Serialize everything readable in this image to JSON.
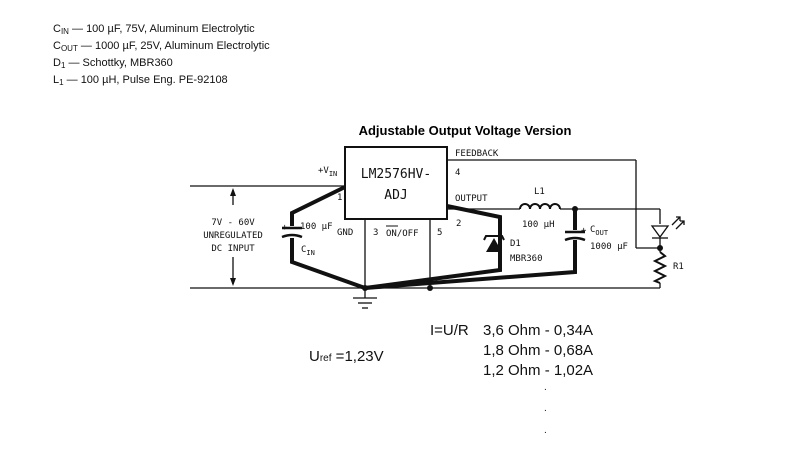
{
  "parts_list": [
    {
      "ref": "C",
      "sub": "IN",
      "desc": " — 100 µF, 75V, Aluminum Electrolytic"
    },
    {
      "ref": "C",
      "sub": "OUT",
      "desc": " — 1000 µF, 25V, Aluminum Electrolytic"
    },
    {
      "ref": "D",
      "sub": "1",
      "desc": " — Schottky, MBR360"
    },
    {
      "ref": "L",
      "sub": "1",
      "desc": " — 100 µH, Pulse Eng. PE-92108"
    }
  ],
  "schematic": {
    "title": "Adjustable Output Voltage Version",
    "ic_line1": "LM2576HV-",
    "ic_line2": "ADJ",
    "feedback": "FEEDBACK",
    "pin4": "4",
    "output": "OUTPUT",
    "pin2": "2",
    "vin": "+V",
    "vin_sub": "IN",
    "pin1": "1",
    "gnd": "GND",
    "pin3": "3",
    "on_off": "ON/OFF",
    "pin5": "5",
    "input_line1": "7V - 60V",
    "input_line2": "UNREGULATED",
    "input_line3": "DC INPUT",
    "cin_value": "100 µF",
    "cin_label": "C",
    "cin_sub": "IN",
    "plus": "+",
    "l1_label": "L1",
    "l1_value": "100 µH",
    "d1_label": "D1",
    "d1_part": "MBR360",
    "cout_label": "C",
    "cout_sub": "OUT",
    "cout_value": "1000 µF",
    "r1_label": "R1"
  },
  "calc": {
    "uref_u": "U",
    "uref_sub": "ref",
    "uref_value": " =1,23V",
    "formula": "I=U/R",
    "rows": [
      "3,6 Ohm - 0,34A",
      "1,8 Ohm - 0,68A",
      "1,2 Ohm - 1,02A"
    ],
    "dots": [
      ".",
      ".",
      "."
    ]
  }
}
